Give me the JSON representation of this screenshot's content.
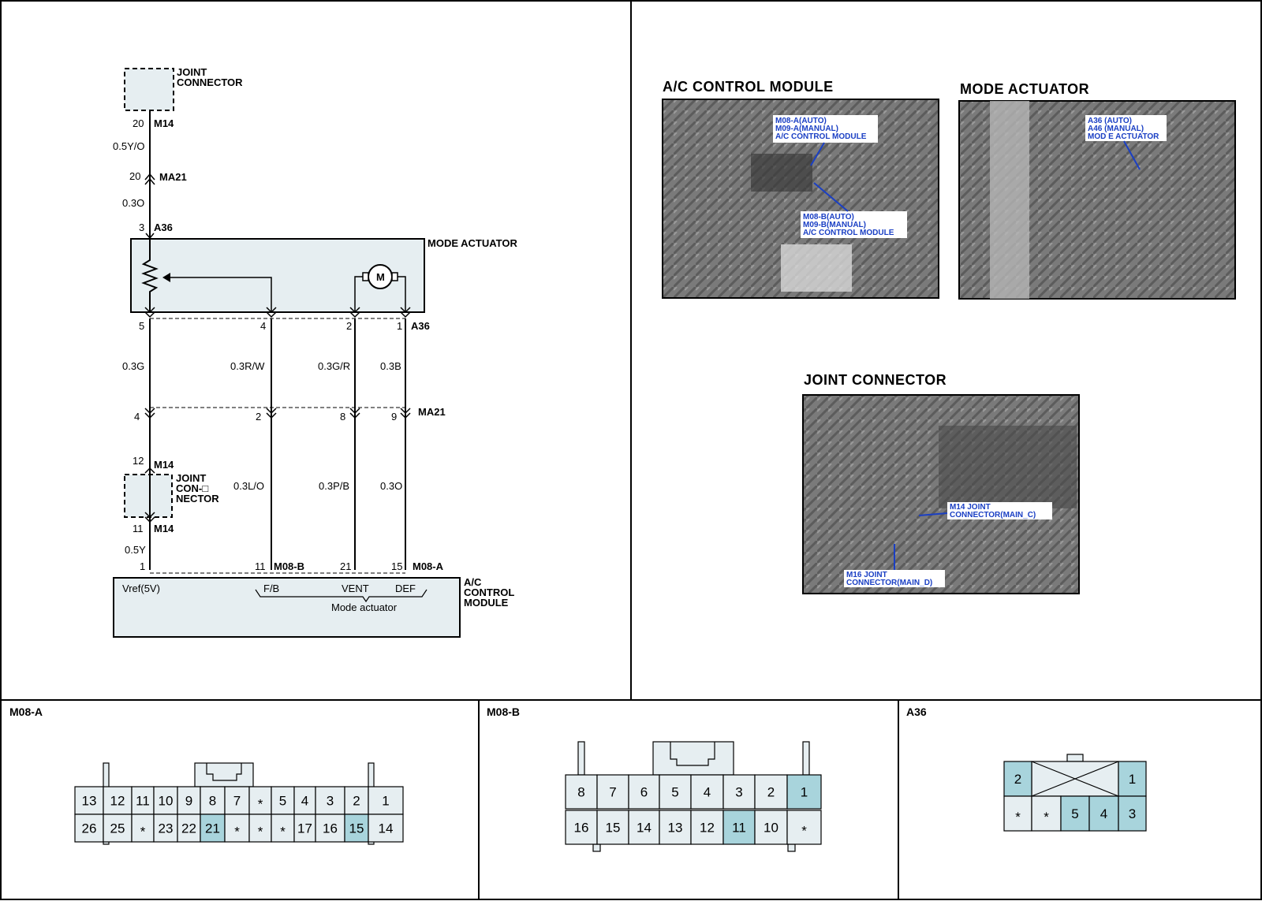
{
  "schematic": {
    "top_joint_connector": "JOINT\nCONNECTOR",
    "joint_connector_2": "JOINT\nCON-□\nNECTOR",
    "mode_actuator": "MODE ACTUATOR",
    "motor": "M",
    "ac_control_module": "A/C\nCONTROL\nMODULE",
    "vref": "Vref(5V)",
    "fb": "F/B",
    "vent": "VENT",
    "def": "DEF",
    "mode_actuator_inner": "Mode actuator",
    "pins": {
      "m14_top_pin": "20",
      "m14_top": "M14",
      "wire_top": "0.5Y/O",
      "ma21_top_pin": "20",
      "ma21_top": "MA21",
      "wire_03o_top": "0.3O",
      "a36_top_pin": "3",
      "a36_top": "A36",
      "a36_p5": "5",
      "a36_p4": "4",
      "a36_p2": "2",
      "a36_p1": "1",
      "a36_bottom": "A36",
      "w_g": "0.3G",
      "w_rw": "0.3R/W",
      "w_gr": "0.3G/R",
      "w_b": "0.3B",
      "ma21_p4": "4",
      "ma21_p2": "2",
      "ma21_p8": "8",
      "ma21_p9": "9",
      "ma21_mid": "MA21",
      "m14_p12": "12",
      "m14_mid": "M14",
      "w_lo": "0.3L/O",
      "w_pb": "0.3P/B",
      "w_o": "0.3O",
      "m14_p11": "11",
      "m14_low": "M14",
      "w_y": "0.5Y",
      "m08_p1": "1",
      "m08b_p11": "11",
      "m08b": "M08-B",
      "m08a_p21": "21",
      "m08a_p15": "15",
      "m08a": "M08-A"
    }
  },
  "photos": {
    "ac_title": "A/C CONTROL MODULE",
    "ac_callout1": [
      "M08-A(AUTO)",
      "M09-A(MANUAL)",
      "A/C CONTROL MODULE"
    ],
    "ac_callout2": [
      "M08-B(AUTO)",
      "M09-B(MANUAL)",
      "A/C CONTROL MODULE"
    ],
    "mode_title": "MODE ACTUATOR",
    "mode_callout": [
      "A36 (AUTO)",
      "A46 (MANUAL)",
      "MOD E ACTUATOR"
    ],
    "joint_title": "JOINT CONNECTOR",
    "joint_callout1": [
      "M14 JOINT",
      "CONNECTOR(MAIN_C)"
    ],
    "joint_callout2": [
      "M16 JOINT",
      "CONNECTOR(MAIN_D)"
    ]
  },
  "connectors": {
    "m08a": {
      "label": "M08-A",
      "row1": [
        "13",
        "12",
        "11",
        "10",
        "9",
        "8",
        "7",
        "*",
        "5",
        "4",
        "3",
        "2",
        "1"
      ],
      "row2": [
        "26",
        "25",
        "*",
        "23",
        "22",
        "21",
        "*",
        "*",
        "*",
        "17",
        "16",
        "15",
        "14"
      ],
      "highlight": [
        "21",
        "15"
      ]
    },
    "m08b": {
      "label": "M08-B",
      "row1": [
        "8",
        "7",
        "6",
        "5",
        "4",
        "3",
        "2",
        "1"
      ],
      "row2": [
        "16",
        "15",
        "14",
        "13",
        "12",
        "11",
        "10",
        "*"
      ],
      "highlight": [
        "1",
        "11"
      ]
    },
    "a36": {
      "label": "A36",
      "row1": [
        "2",
        "1"
      ],
      "row2": [
        "*",
        "*",
        "5",
        "4",
        "3"
      ],
      "highlight": [
        "2",
        "1",
        "5",
        "4",
        "3"
      ]
    }
  },
  "colors": {
    "fill": "#e6eef1",
    "highlight": "#a8d4dc",
    "callout": "#1a3fc4"
  }
}
